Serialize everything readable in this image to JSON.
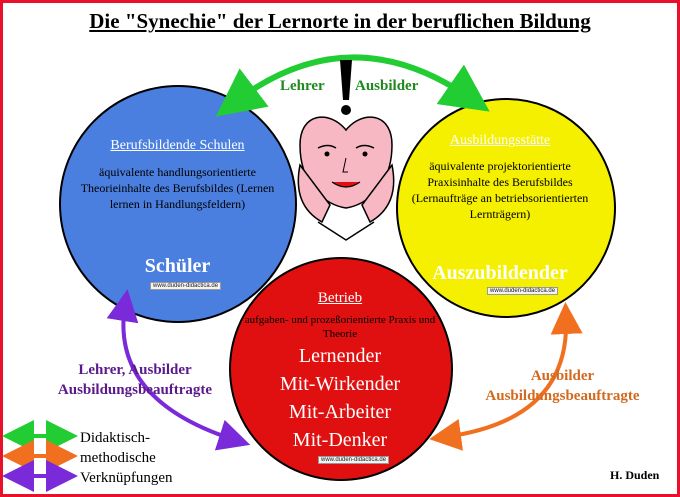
{
  "title": "Die \"Synechie\" der Lernorte in der beruflichen Bildung",
  "colors": {
    "frame": "#e8102a",
    "blue_circle": "#4a7fe0",
    "yellow_circle": "#f5f000",
    "red_circle": "#e01010",
    "green_arrow": "#22cc33",
    "orange_arrow": "#f07020",
    "purple_arrow": "#7a2ad8"
  },
  "top_link": {
    "label_left": "Lehrer",
    "label_right": "Ausbilder",
    "exclamation": "!"
  },
  "blue_circle": {
    "heading": "Berufsbildende Schulen",
    "body": "äquivalente handlungsorientierte Theorieinhalte des Berufsbildes (Lernen lernen in Handlungsfeldern)",
    "role": "Schüler",
    "watermark": "www.duden-didactica.de"
  },
  "yellow_circle": {
    "heading": "Ausbildungsstätte",
    "body": "äquivalente projektorientierte Praxisinhalte des Berufsbildes (Lernaufträge an betriebsorientierten Lernträgern)",
    "role": "Auszubildender",
    "watermark": "www.duden-didactica.de"
  },
  "red_circle": {
    "heading": "Betrieb",
    "body": "aufgaben- und prozeßorientierte Praxis und Theorie",
    "roles": [
      "Lernender",
      "Mit-Wirkender",
      "Mit-Arbeiter",
      "Mit-Denker"
    ],
    "watermark": "www.duden-didactica.de"
  },
  "left_link": {
    "label_line1": "Lehrer, Ausbilder",
    "label_line2": "Ausbildungsbeauftragte"
  },
  "right_link": {
    "label_line1": "Ausbilder",
    "label_line2": "Ausbildungsbeauftragte"
  },
  "legend": {
    "line1": "Didaktisch-",
    "line2": "methodische",
    "line3": "Verknüpfungen"
  },
  "author": "H. Duden"
}
